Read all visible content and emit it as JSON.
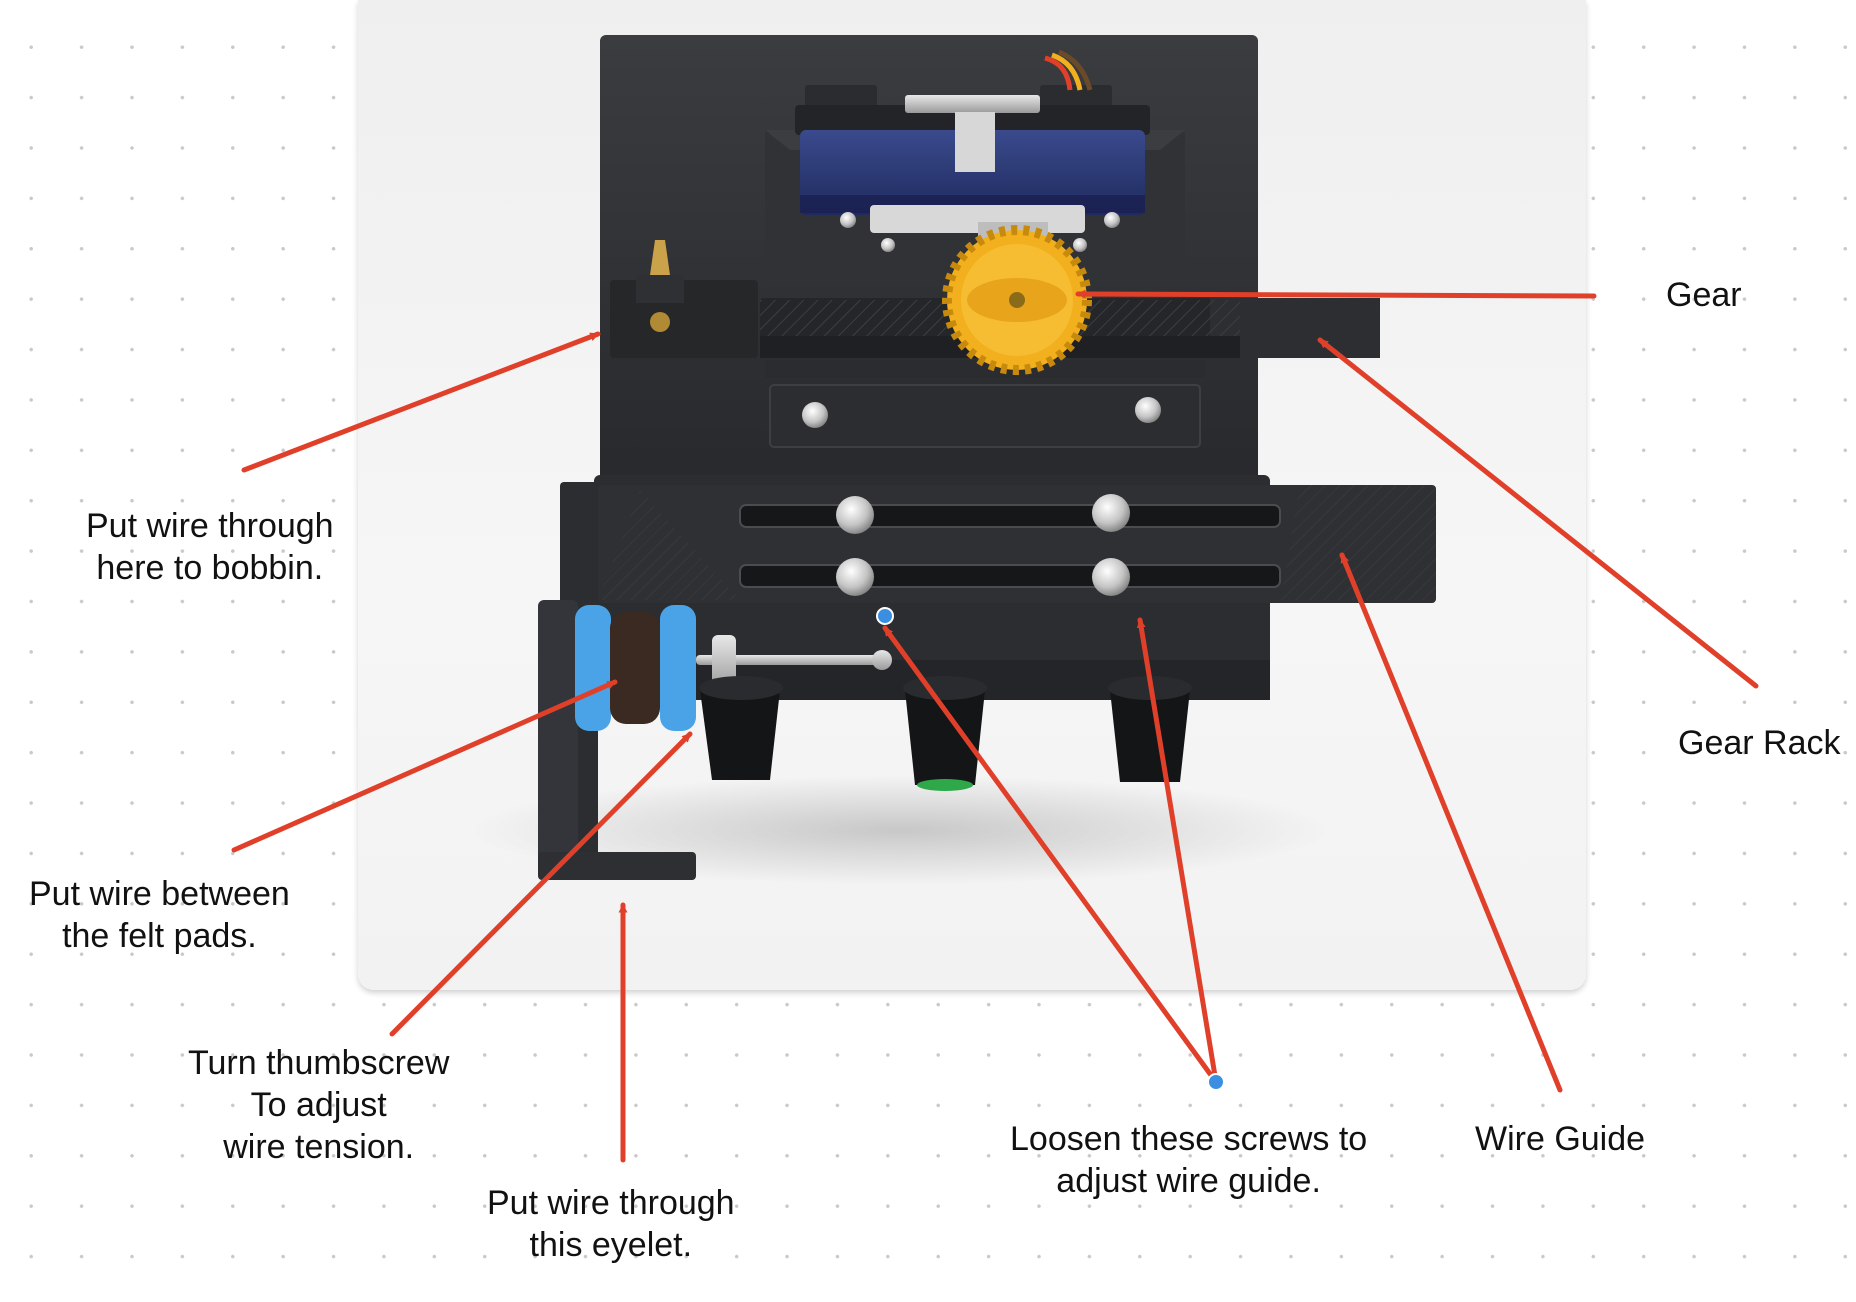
{
  "annotations": {
    "gear": {
      "lines": [
        "Gear"
      ]
    },
    "gear_rack": {
      "lines": [
        "Gear Rack"
      ]
    },
    "bobbin": {
      "lines": [
        "Put wire through",
        "here to bobbin."
      ]
    },
    "felt_pads": {
      "lines": [
        "Put wire between",
        "the felt pads."
      ]
    },
    "thumbscrew": {
      "lines": [
        "Turn thumbscrew",
        "To adjust",
        "wire tension."
      ]
    },
    "eyelet": {
      "lines": [
        "Put wire through",
        "this eyelet."
      ]
    },
    "screws": {
      "lines": [
        "Loosen these screws to",
        "adjust wire guide."
      ]
    },
    "wire_guide": {
      "lines": [
        "Wire Guide"
      ]
    }
  },
  "colors": {
    "arrow": "#e0402a",
    "handle": "#3b8fe0",
    "device_body": "#2e3033",
    "gear": "#f2b01e",
    "felt_spacer": "#4aa3e6",
    "text": "#111111"
  },
  "icons": [
    "arrow-gear",
    "arrow-gear-rack",
    "arrow-bobbin",
    "arrow-felt-pads",
    "arrow-thumbscrew",
    "arrow-eyelet",
    "arrow-screw-left",
    "arrow-screw-right",
    "arrow-wire-guide"
  ]
}
